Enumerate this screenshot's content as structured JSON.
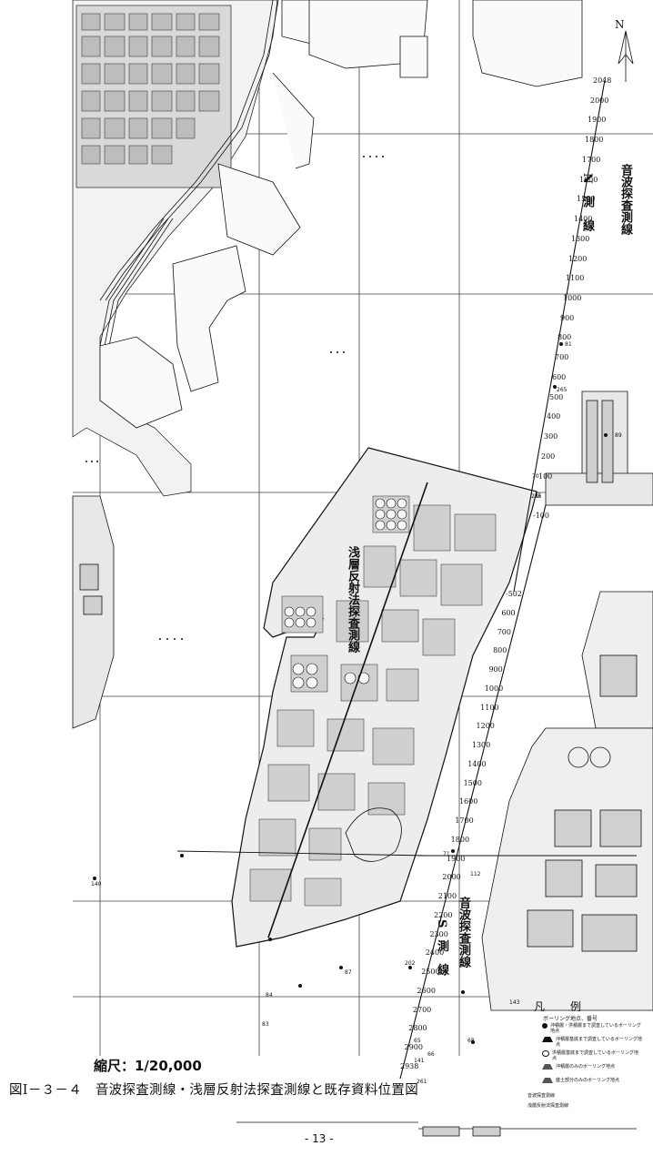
{
  "figure": {
    "caption": "図Ⅰ－３－４　音波探査測線・浅層反射法探査測線と既存資料位置図",
    "scale": "縮尺：1/20,000",
    "page_number": "- 13 -",
    "north_mark": "N"
  },
  "survey_lines": {
    "north_label_vertical": "音波探査測線",
    "north_line_name": "N　測　線",
    "south_label_vertical": "音波探査測線",
    "south_line_name": "S　測　線",
    "shallow_label_vertical": "浅層反射法探査測線",
    "north_ticks": [
      "2048",
      "2000",
      "1900",
      "1800",
      "1700",
      "1600",
      "1500",
      "1400",
      "1300",
      "1200",
      "1100",
      "1000",
      "900",
      "800",
      "700",
      "600",
      "500",
      "400",
      "300",
      "200",
      "100",
      "0",
      "-100"
    ],
    "south_ticks": [
      "-502",
      "600",
      "700",
      "800",
      "900",
      "1000",
      "1100",
      "1200",
      "1300",
      "1400",
      "1500",
      "1600",
      "1700",
      "1800",
      "1900",
      "2000",
      "2100",
      "2200",
      "2300",
      "2400",
      "2500",
      "2600",
      "2700",
      "2800",
      "2900",
      "2938"
    ]
  },
  "borehole_numbers": [
    "140",
    "202",
    "84",
    "83",
    "87",
    "68",
    "89",
    "81",
    "265",
    "286",
    "70",
    "71",
    "112",
    "143",
    "141",
    "261",
    "65",
    "66"
  ],
  "legend": {
    "title": "凡　例",
    "header": "ボーリング地点、番号",
    "items": [
      {
        "symbol": "filled-circle",
        "text": "沖積層・洪積層まで調査しているボーリング地点"
      },
      {
        "symbol": "filled-triangle",
        "text": "沖積層基底まで調査しているボーリング地点"
      },
      {
        "symbol": "open-circle",
        "text": "洪積層基底まで調査しているボーリング地点"
      },
      {
        "symbol": "open-triangle",
        "text": "沖積層のみのボーリング地点"
      },
      {
        "symbol": "open-triangle",
        "text": "盛土部分のみのボーリング地点"
      }
    ],
    "line_items": [
      "音波探査測線",
      "浅層反射法探査測線"
    ]
  },
  "colors": {
    "ink": "#111111",
    "paper": "#ffffff",
    "grid": "#333333"
  }
}
